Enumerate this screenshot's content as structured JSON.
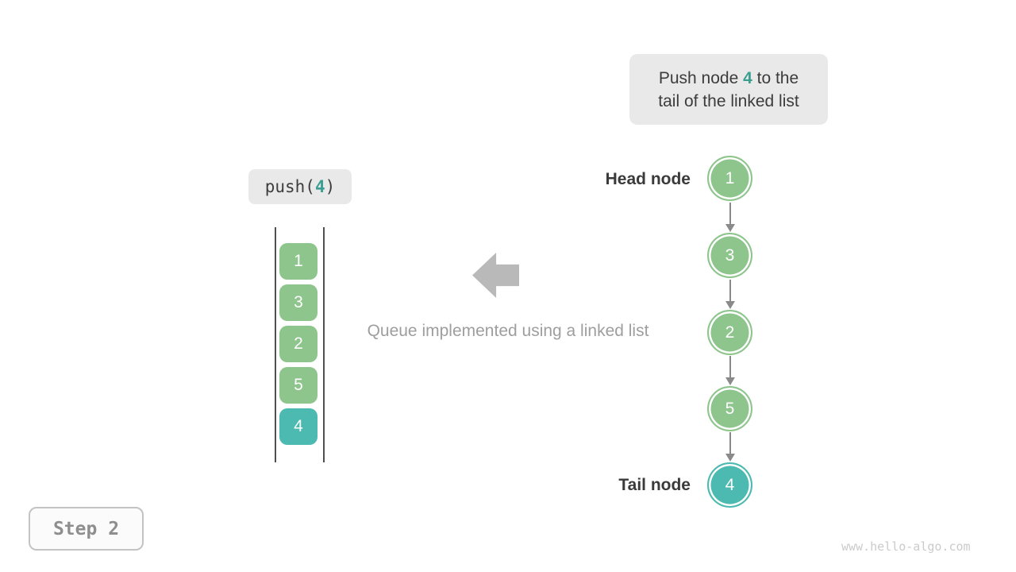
{
  "tooltip": {
    "line1_pre": "Push node ",
    "value": "4",
    "line1_post": " to the",
    "line2": "tail of the linked list"
  },
  "push_call": {
    "prefix": "push(",
    "arg": "4",
    "suffix": ")"
  },
  "queue": {
    "items": [
      "1",
      "3",
      "2",
      "5",
      "4"
    ]
  },
  "caption": "Queue implemented using a linked list",
  "linked_list": {
    "head_label": "Head node",
    "tail_label": "Tail node",
    "nodes": [
      "1",
      "3",
      "2",
      "5",
      "4"
    ]
  },
  "step_badge": "Step 2",
  "watermark": "www.hello-algo.com",
  "colors": {
    "node_green": "#8dc58d",
    "node_teal": "#4cbab1",
    "accent_text": "#3a9e91",
    "chip_gray": "#e9e9e9",
    "connector_gray": "#8a8a8a",
    "block_arrow_gray": "#b9b9b9"
  }
}
